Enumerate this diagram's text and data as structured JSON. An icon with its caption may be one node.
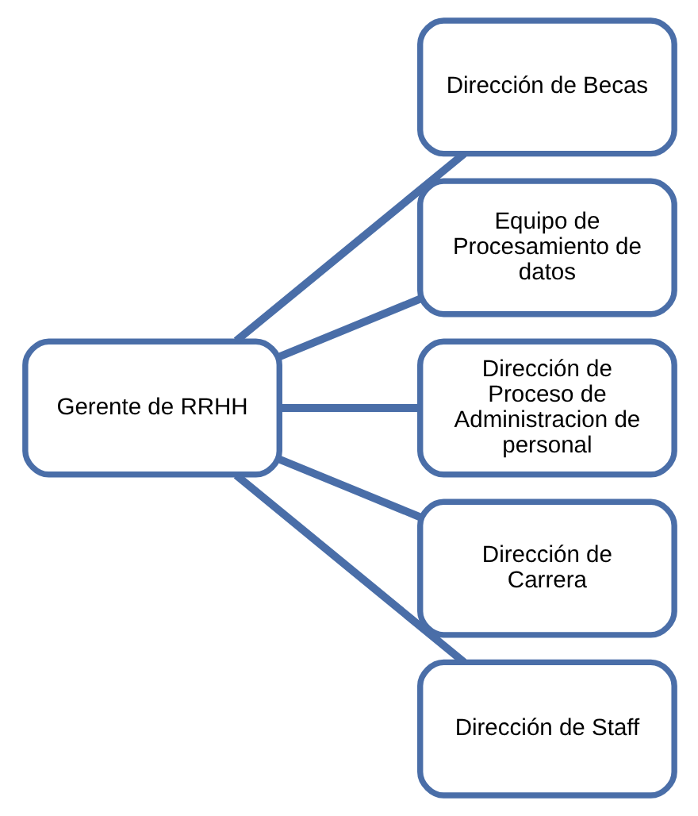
{
  "diagram": {
    "nodes": [
      {
        "text": [
          "Gerente de RRHH"
        ]
      },
      {
        "text": [
          "Dirección de Becas"
        ]
      },
      {
        "text": [
          "Equipo de Procesamiento de datos"
        ]
      },
      {
        "text": [
          "Dirección de Proceso de Administracion de personal"
        ]
      },
      {
        "text": [
          "Dirección de Carrera"
        ]
      },
      {
        "text": [
          "Dirección de Staff"
        ]
      }
    ],
    "edges": [
      {
        "from": 0,
        "to": 1,
        "arrow": "none"
      },
      {
        "from": 0,
        "to": 2,
        "arrow": "none"
      },
      {
        "from": 0,
        "to": 3,
        "arrow": "none"
      },
      {
        "from": 0,
        "to": 4,
        "arrow": "none"
      },
      {
        "from": 0,
        "to": 5,
        "arrow": "none"
      }
    ]
  }
}
